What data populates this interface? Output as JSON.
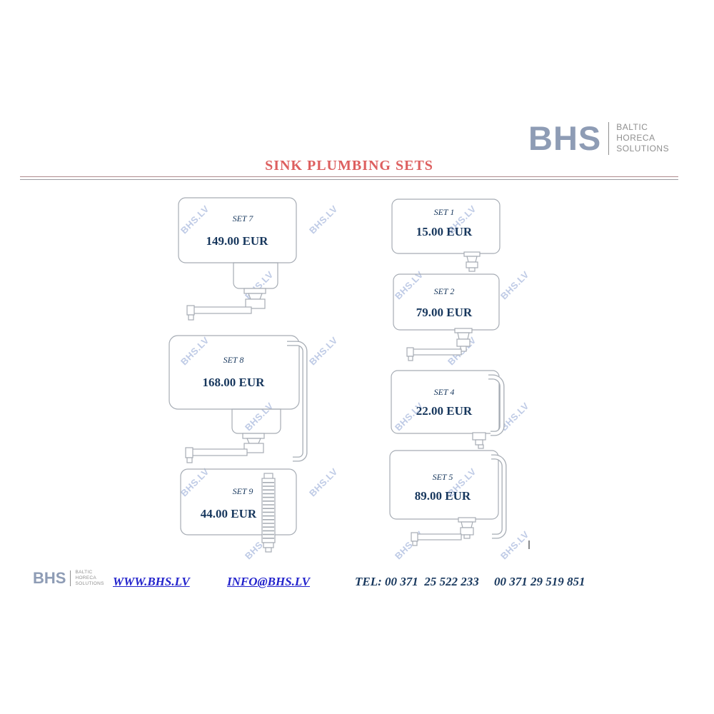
{
  "header": {
    "title": "SINK PLUMBING SETS"
  },
  "logo": {
    "abbr": "BHS",
    "words": [
      "BALTIC",
      "HORECA",
      "SOLUTIONS"
    ]
  },
  "watermark": {
    "text": "BHS.LV"
  },
  "products": {
    "left": [
      {
        "name": "SET 7",
        "price": "149.00 EUR"
      },
      {
        "name": "SET 8",
        "price": "168.00 EUR"
      },
      {
        "name": "SET 9",
        "price": "44.00 EUR"
      }
    ],
    "right": [
      {
        "name": "SET 1",
        "price": "15.00 EUR"
      },
      {
        "name": "SET 2",
        "price": "79.00 EUR"
      },
      {
        "name": "SET 4",
        "price": "22.00 EUR"
      },
      {
        "name": "SET 5",
        "price": "89.00 EUR"
      }
    ]
  },
  "footer": {
    "website": "WWW.BHS.LV",
    "email": "INFO@BHS.LV",
    "phones": "TEL: 00 371  25 522 233     00 371 29 519 851"
  },
  "colors": {
    "title_red": "#dd5f5f",
    "navy": "#17375d",
    "link_blue": "#2323cc",
    "logo_gray_blue": "#8e9cb5",
    "watermark_blue": "#b5c3e2",
    "drawing_gray": "#a6acb4"
  }
}
